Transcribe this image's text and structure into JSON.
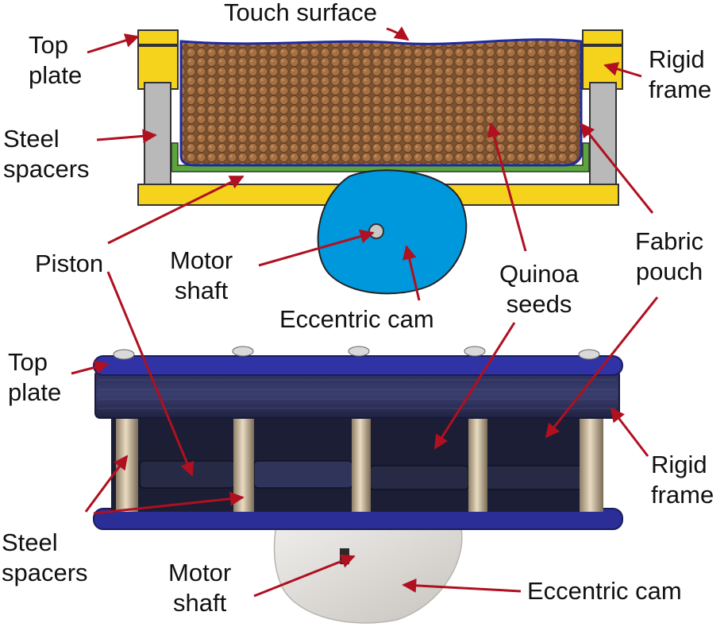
{
  "diagram": {
    "schematic_labels": {
      "touch_surface": "Touch surface",
      "top_plate": "Top\nplate",
      "rigid_frame": "Rigid\nframe",
      "steel_spacers": "Steel\nspacers",
      "piston": "Piston",
      "motor_shaft": "Motor\nshaft",
      "fabric_pouch": "Fabric\npouch",
      "quinoa_seeds": "Quinoa\nseeds",
      "eccentric_cam": "Eccentric cam"
    },
    "photo_labels": {
      "top_plate": "Top\nplate",
      "rigid_frame": "Rigid\nframe",
      "steel_spacers": "Steel\nspacers",
      "motor_shaft": "Motor\nshaft",
      "eccentric_cam": "Eccentric cam"
    },
    "colors": {
      "plate_yellow": "#f5d21c",
      "spacer_gray": "#b9b9b9",
      "pouch_navy": "#1e2aa0",
      "seed_brown": "#9a6a3e",
      "piston_green": "#5aa63c",
      "cam_blue": "#0098dc",
      "arrow_red": "#b01020",
      "photo_blue": "#2a2c8c",
      "photo_dark": "#1d2030",
      "photo_steel": "#c8b89a",
      "photo_cam": "#dcdad6"
    }
  }
}
